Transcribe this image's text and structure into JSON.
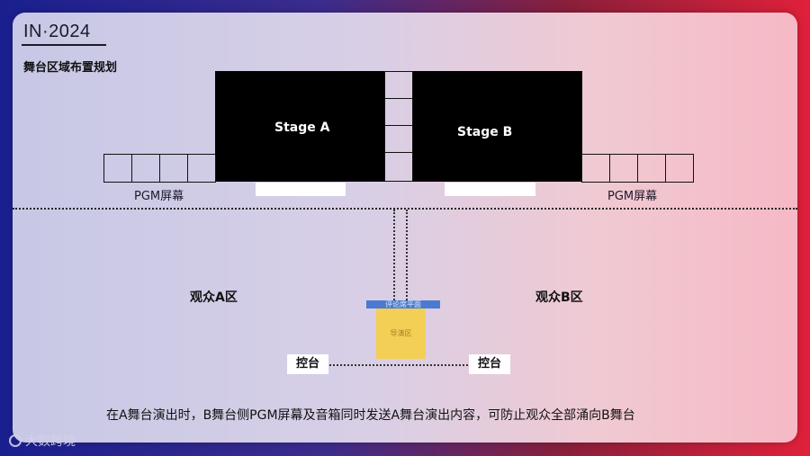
{
  "brand": {
    "label": "IN·2024"
  },
  "page": {
    "subtitle": "舞台区域布置规划"
  },
  "stages": {
    "a": "Stage A",
    "b": "Stage B"
  },
  "screens": {
    "left_label": "PGM屏幕",
    "right_label": "PGM屏幕"
  },
  "zones": {
    "a": "观众A区",
    "b": "观众B区"
  },
  "camera": {
    "bar_label": "评论席平面",
    "box_label": "导演区"
  },
  "consoles": {
    "left": "控台",
    "right": "控台"
  },
  "caption": "在A舞台演出时，B舞台侧PGM屏幕及音箱同时发送A舞台演出内容，可防止观众全部涌向B舞台",
  "watermark": {
    "text": "大数跨境"
  }
}
